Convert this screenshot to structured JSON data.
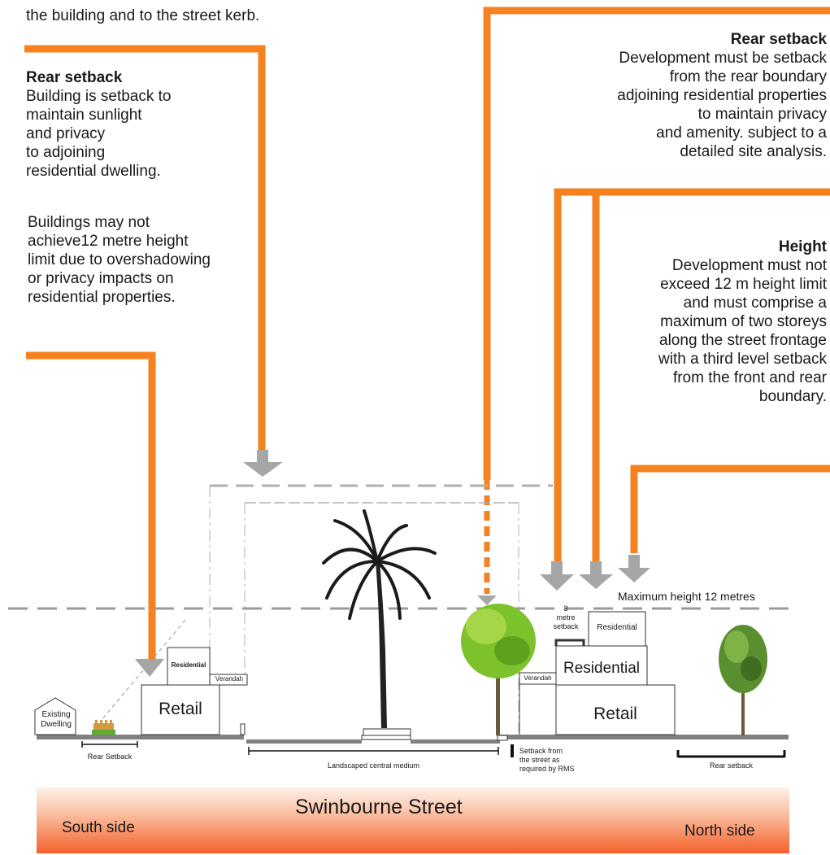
{
  "top_text": "the building and to the street kerb.",
  "left_panel": {
    "title": "Rear setback",
    "lines": [
      "Building is setback to",
      "maintain sunlight",
      "and privacy",
      "to adjoining",
      "residential dwelling."
    ],
    "note_lines": [
      "Buildings may not",
      "achieve12 metre height",
      "limit due to overshadowing",
      "or privacy impacts on",
      "residential properties."
    ]
  },
  "right_panel_1": {
    "title": "Rear setback",
    "lines": [
      "Development must be setback",
      "from the rear boundary",
      "adjoining residential properties",
      "to maintain privacy",
      "and amenity. subject to a",
      "detailed site analysis."
    ]
  },
  "right_panel_2": {
    "title": "Height",
    "lines": [
      "Development must not",
      "exceed 12 m height limit",
      "and must comprise a",
      "maximum of two storeys",
      "along the street frontage",
      "with a third level setback",
      "from the front and rear",
      "boundary."
    ]
  },
  "section": {
    "max_height_label": "Maximum height 12 metres",
    "setback_label": [
      "3",
      "metre",
      "setback"
    ],
    "existing_dwelling": [
      "Existing",
      "Dwelling"
    ],
    "south_residential": "Residential",
    "south_verandah": "Verandah",
    "south_retail": "Retail",
    "north_residential_top": "Residential",
    "north_residential": "Residential",
    "north_verandah": "Verandah",
    "north_retail": "Retail",
    "rear_setback_south": "Rear Setback",
    "landscaped_median": "Landscaped central medium",
    "setback_rms": [
      "Setback from",
      "the street as",
      "required by RMS"
    ],
    "rear_setback_north": "Rear setback"
  },
  "street": {
    "name": "Swinbourne Street",
    "south": "South side",
    "north": "North side"
  },
  "colors": {
    "accent_orange": "#f5821f",
    "arrow_grey": "#a6a6a6",
    "street_gradient_top": "#fde3d4",
    "street_gradient_bottom": "#f46b34"
  }
}
